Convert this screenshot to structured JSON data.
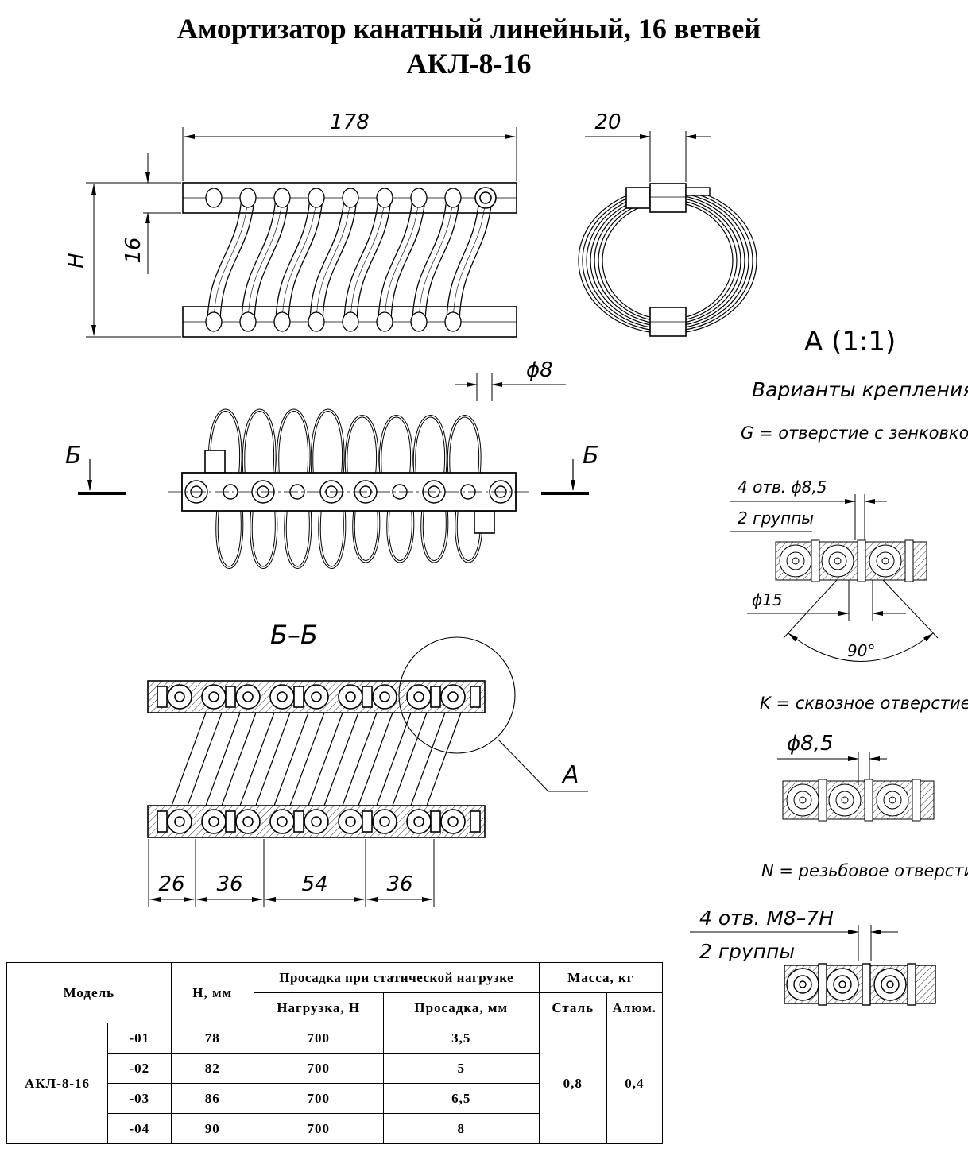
{
  "title": {
    "line1": "Амортизатор канатный линейный, 16 ветвей",
    "line2": "АКЛ-8-16"
  },
  "dimensions": {
    "length": "178",
    "width": "20",
    "height": "H",
    "bar_thickness": "16",
    "cable_diameter": "ϕ8",
    "spacing": [
      "26",
      "36",
      "54",
      "36"
    ]
  },
  "views": {
    "section_mark": "Б",
    "section_title": "Б–Б",
    "detail_mark": "A",
    "detail_title": "A (1:1)"
  },
  "mounting": {
    "heading": "Варианты крепления:",
    "g": {
      "label": "G = отверстие с зенковкой",
      "holes": "4 отв. ϕ8,5",
      "groups": "2 группы",
      "countersink": "ϕ15",
      "angle": "90°"
    },
    "k": {
      "label": "K = сквозное отверстие",
      "diameter": "ϕ8,5"
    },
    "n": {
      "label": "N = резьбовое отверстие",
      "holes": "4 отв. M8–7H",
      "groups": "2 группы"
    }
  },
  "table": {
    "headers": {
      "model": "Модель",
      "h": "H, мм",
      "sag_group": "Просадка при статической нагрузке",
      "load": "Нагрузка, Н",
      "sag": "Просадка, мм",
      "mass_group": "Масса, кг",
      "steel": "Сталь",
      "alum": "Алюм."
    },
    "model": "АКЛ-8-16",
    "mass_steel": "0,8",
    "mass_alum": "0,4",
    "rows": [
      {
        "variant": "-01",
        "h": "78",
        "load": "700",
        "sag": "3,5"
      },
      {
        "variant": "-02",
        "h": "82",
        "load": "700",
        "sag": "5"
      },
      {
        "variant": "-03",
        "h": "86",
        "load": "700",
        "sag": "6,5"
      },
      {
        "variant": "-04",
        "h": "90",
        "load": "700",
        "sag": "8"
      }
    ]
  }
}
